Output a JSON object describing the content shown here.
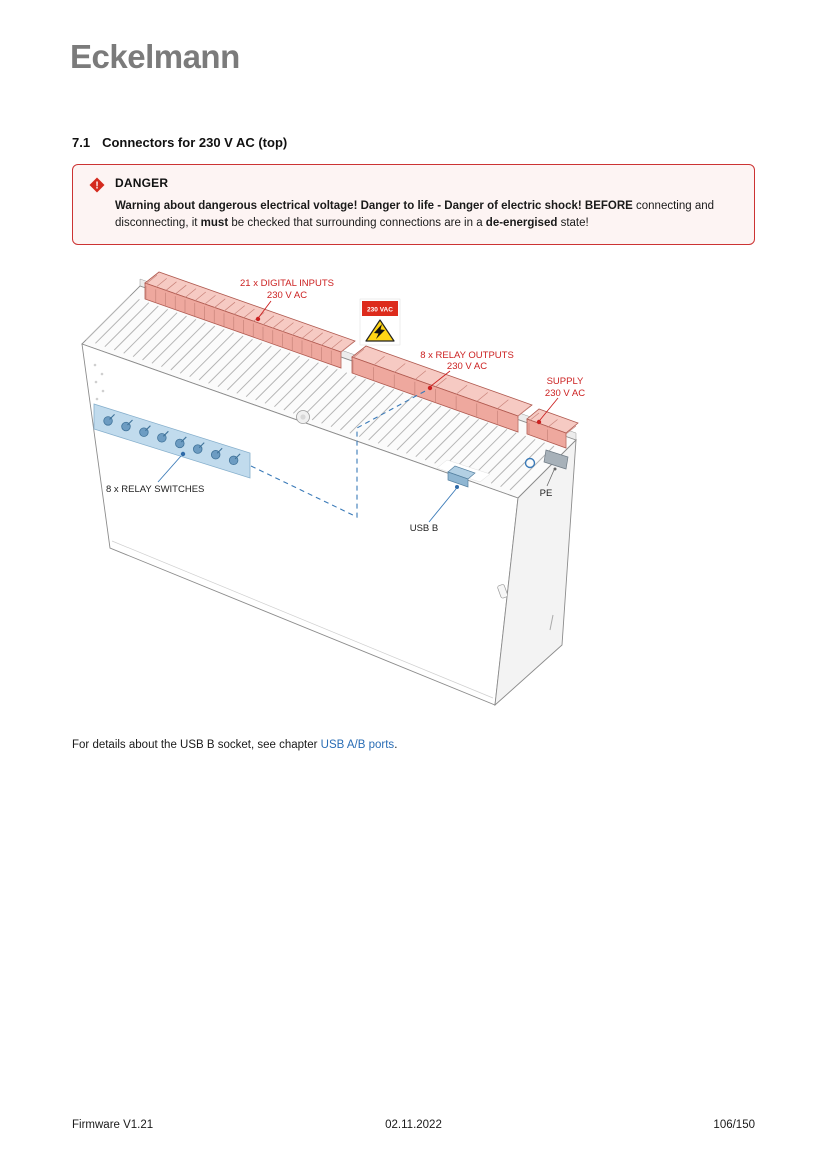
{
  "page": {
    "logo_text": "Eckelmann"
  },
  "heading": {
    "number": "7.1",
    "title": "Connectors for 230 V AC (top)"
  },
  "danger_box": {
    "icon_glyph": "!",
    "title": "DANGER",
    "segments": {
      "bold_1": "Warning about dangerous electrical voltage! Danger to life - Danger of electric shock! BEFORE",
      "regular_1": " connecting and disconnecting, it ",
      "bold_2": "must",
      "regular_2": " be checked that surrounding connections are in a ",
      "bold_3": "de-energised",
      "regular_3": " state!"
    }
  },
  "figure": {
    "labels": {
      "digital_inputs_1": "21 x DIGITAL INPUTS",
      "digital_inputs_2": "230 V AC",
      "sticker_text": "230 VAC",
      "relay_outputs_1": "8 x RELAY OUTPUTS",
      "relay_outputs_2": "230 V AC",
      "supply_1": "SUPPLY",
      "supply_2": "230 V AC",
      "relay_switches": "8 x RELAY SWITCHES",
      "usb_b": "USB B",
      "pe": "PE"
    },
    "colors": {
      "label_red": "#cc2222",
      "connector_pink": "#eea89e",
      "connector_pink_light": "#f6cac3",
      "switch_blue": "#bcd8eb",
      "leader_blue": "#3a7ab8",
      "sticker_red": "#dd2b1c",
      "sticker_yellow": "#ffd514"
    }
  },
  "body_paragraph": {
    "before_link": "For details about the USB B socket, see chapter ",
    "link_text": "USB A/B ports",
    "after_link": "."
  },
  "footer": {
    "left": "Firmware V1.21",
    "center": "02.11.2022",
    "right": "106/150"
  }
}
